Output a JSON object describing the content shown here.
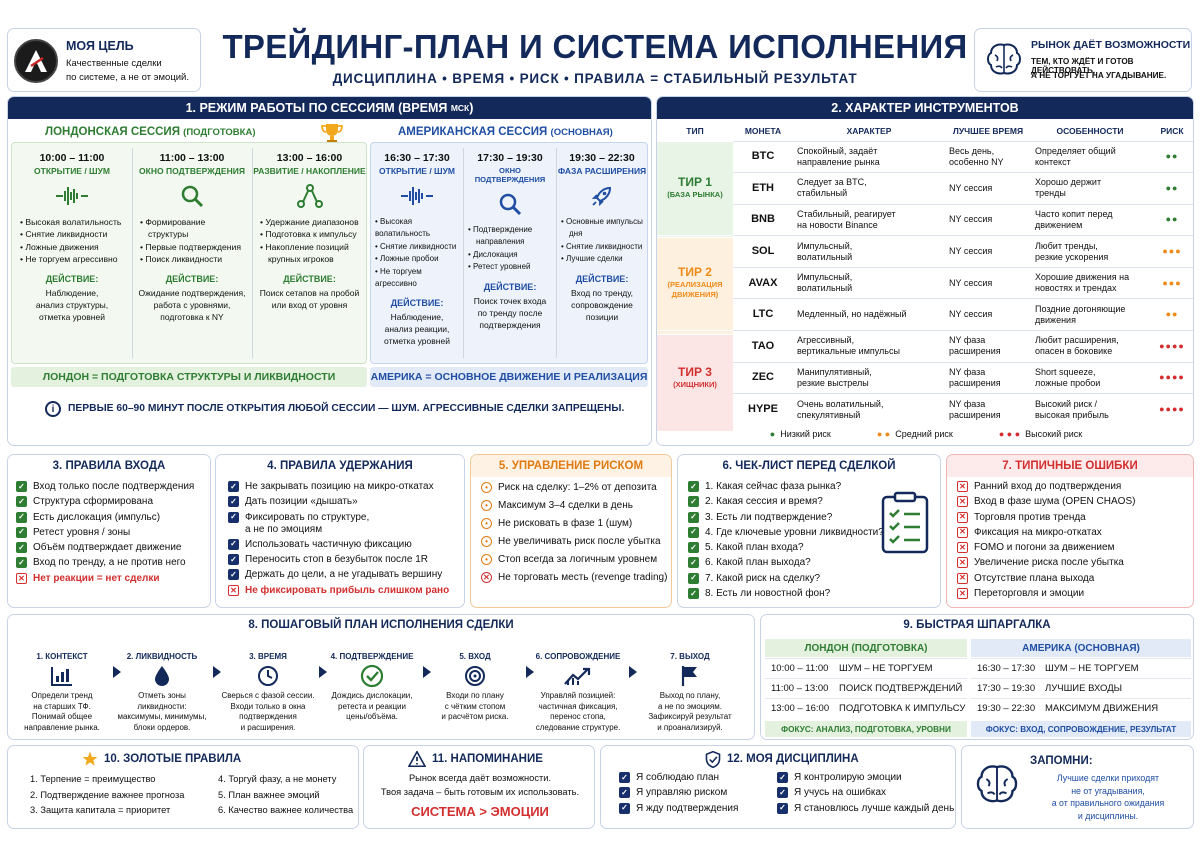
{
  "header": {
    "goal_title": "МОЯ ЦЕЛЬ",
    "goal_text1": "Качественные сделки",
    "goal_text2": "по системе, а не от эмоций.",
    "main_title": "ТРЕЙДИНГ-ПЛАН И СИСТЕМА ИСПОЛНЕНИЯ",
    "subtitle": "ДИСЦИПЛИНА • ВРЕМЯ • РИСК • ПРАВИЛА = СТАБИЛЬНЫЙ РЕЗУЛЬТАТ",
    "market_title": "РЫНОК ДАЁТ ВОЗМОЖНОСТИ",
    "market_text1": "ТЕМ, КТО ЖДЁТ И ГОТОВ ДЕЙСТВОВАТЬ,",
    "market_text2": "А НЕ ТОРГУЕТ НА УГАДЫВАНИЕ."
  },
  "sessions": {
    "title": "1. РЕЖИМ РАБОТЫ ПО СЕССИЯМ (ВРЕМЯ",
    "title_small": "МСК",
    "london_title": "ЛОНДОНСКАЯ СЕССИЯ",
    "london_sub": "(ПОДГОТОВКА)",
    "america_title": "АМЕРИКАНСКАЯ СЕССИЯ",
    "america_sub": "(ОСНОВНАЯ)",
    "action_label": "ДЕЙСТВИЕ:",
    "cols": [
      {
        "time": "10:00 – 11:00",
        "phase": "ОТКРЫТИЕ / ШУМ",
        "items": [
          "• Высокая волатильность",
          "• Снятие ликвидности",
          "• Ложные движения",
          "• Не торгуем агрессивно"
        ],
        "action": [
          "Наблюдение,",
          "анализ структуры,",
          "отметка уровней"
        ]
      },
      {
        "time": "11:00 – 13:00",
        "phase": "ОКНО ПОДТВЕРЖДЕНИЯ",
        "items": [
          "• Формирование",
          "  структуры",
          "• Первые подтверждения",
          "• Поиск ликвидности"
        ],
        "action": [
          "Ожидание подтверждения,",
          "работа с уровнями,",
          "подготовка к NY"
        ]
      },
      {
        "time": "13:00 – 16:00",
        "phase": "РАЗВИТИЕ / НАКОПЛЕНИЕ",
        "items": [
          "• Удержание диапазонов",
          "• Подготовка к импульсу",
          "• Накопление позиций",
          "  крупных игроков"
        ],
        "action": [
          "Поиск сетапов на пробой",
          "или вход от уровня"
        ]
      },
      {
        "time": "16:30 – 17:30",
        "phase": "ОТКРЫТИЕ / ШУМ",
        "items": [
          "• Высокая волатильность",
          "• Снятие ликвидности",
          "• Ложные пробои",
          "• Не торгуем агрессивно"
        ],
        "action": [
          "Наблюдение,",
          "анализ реакции,",
          "отметка уровней"
        ]
      },
      {
        "time": "17:30 – 19:30",
        "phase": "ОКНО ПОДТВЕРЖДЕНИЯ",
        "items": [
          "• Подтверждение",
          "  направления",
          "• Дислокация",
          "• Ретест уровней"
        ],
        "action": [
          "Поиск точек входа",
          "по тренду после",
          "подтверждения"
        ]
      },
      {
        "time": "19:30 – 22:30",
        "phase": "ФАЗА РАСШИРЕНИЯ",
        "items": [
          "• Основные импульсы",
          "  дня",
          "• Снятие ликвидности",
          "• Лучшие сделки"
        ],
        "action": [
          "Вход по тренду,",
          "сопровождение",
          "позиции"
        ]
      }
    ],
    "london_footer": "ЛОНДОН = ПОДГОТОВКА СТРУКТУРЫ И ЛИКВИДНОСТИ",
    "america_footer": "АМЕРИКА = ОСНОВНОЕ ДВИЖЕНИЕ И РЕАЛИЗАЦИЯ",
    "note": "ПЕРВЫЕ 60–90 МИНУТ ПОСЛЕ ОТКРЫТИЯ ЛЮБОЙ СЕССИИ — ШУМ. АГРЕССИВНЫЕ СДЕЛКИ ЗАПРЕЩЕНЫ."
  },
  "instruments": {
    "title": "2. ХАРАКТЕР ИНСТРУМЕНТОВ",
    "headers": [
      "ТИП",
      "МОНЕТА",
      "ХАРАКТЕР",
      "ЛУЧШЕЕ ВРЕМЯ",
      "ОСОБЕННОСТИ",
      "РИСК"
    ],
    "tiers": [
      {
        "name": "ТИР 1",
        "sub": "(БАЗА РЫНКА)",
        "color": "#2e7d32",
        "rows": [
          {
            "coin": "BTC",
            "char": [
              "Спокойный, задаёт",
              "направление рынка"
            ],
            "time": [
              "Весь день,",
              "особенно NY"
            ],
            "feat": [
              "Определяет общий",
              "контекст"
            ],
            "risk": "●●"
          },
          {
            "coin": "ETH",
            "char": [
              "Следует за BTC,",
              "стабильный"
            ],
            "time": [
              "NY сессия"
            ],
            "feat": [
              "Хорошо держит",
              "тренды"
            ],
            "risk": "●●"
          },
          {
            "coin": "BNB",
            "char": [
              "Стабильный, реагирует",
              "на новости Binance"
            ],
            "time": [
              "NY сессия"
            ],
            "feat": [
              "Часто копит перед",
              "движением"
            ],
            "risk": "●●"
          }
        ]
      },
      {
        "name": "ТИР 2",
        "sub": "(РЕАЛИЗАЦИЯ ДВИЖЕНИЯ)",
        "color": "#ef8a17",
        "rows": [
          {
            "coin": "SOL",
            "char": [
              "Импульсный,",
              "волатильный"
            ],
            "time": [
              "NY сессия"
            ],
            "feat": [
              "Любит тренды,",
              "резкие ускорения"
            ],
            "risk": "●●●"
          },
          {
            "coin": "AVAX",
            "char": [
              "Импульсный,",
              "волатильный"
            ],
            "time": [
              "NY сессия"
            ],
            "feat": [
              "Хорошие движения на",
              "новостях и трендах"
            ],
            "risk": "●●●"
          },
          {
            "coin": "LTC",
            "char": [
              "Медленный, но надёжный"
            ],
            "time": [
              "NY сессия"
            ],
            "feat": [
              "Поздние догоняющие",
              "движения"
            ],
            "risk": "●●"
          }
        ]
      },
      {
        "name": "ТИР 3",
        "sub": "(ХИЩНИКИ)",
        "color": "#d32f2f",
        "rows": [
          {
            "coin": "TAO",
            "char": [
              "Агрессивный,",
              "вертикальные импульсы"
            ],
            "time": [
              "NY фаза",
              "расширения"
            ],
            "feat": [
              "Любит расширения,",
              "опасен в боковике"
            ],
            "risk": "●●●●"
          },
          {
            "coin": "ZEC",
            "char": [
              "Манипулятивный,",
              "резкие выстрелы"
            ],
            "time": [
              "NY фаза",
              "расширения"
            ],
            "feat": [
              "Short squeeze,",
              "ложные пробои"
            ],
            "risk": "●●●●"
          },
          {
            "coin": "HYPE",
            "char": [
              "Очень волатильный,",
              "спекулятивный"
            ],
            "time": [
              "NY фаза",
              "расширения"
            ],
            "feat": [
              "Высокий риск /",
              "высокая прибыль"
            ],
            "risk": "●●●●"
          }
        ]
      }
    ],
    "legend": [
      {
        "dots": "●",
        "label": "Низкий риск",
        "color": "#2e7d32"
      },
      {
        "dots": "● ●",
        "label": "Средний риск",
        "color": "#ef8a17"
      },
      {
        "dots": "● ● ●",
        "label": "Высокий риск",
        "color": "#d32f2f"
      }
    ]
  },
  "entry": {
    "title": "3. ПРАВИЛА ВХОДА",
    "items": [
      "Вход только после подтверждения",
      "Структура сформирована",
      "Есть дислокация (импульс)",
      "Ретест уровня / зоны",
      "Объём подтверждает движение",
      "Вход по тренду, а не против него"
    ],
    "warn": "Нет реакции = нет сделки"
  },
  "hold": {
    "title": "4. ПРАВИЛА УДЕРЖАНИЯ",
    "items": [
      "Не закрывать позицию на микро-откатах",
      "Дать позиции «дышать»",
      "Фиксировать по структуре,|а не по эмоциям",
      "Использовать частичную фиксацию",
      "Переносить стоп в безубыток после 1R",
      "Держать до цели, а не угадывать вершину"
    ],
    "warn": "Не фиксировать прибыль слишком рано"
  },
  "risk": {
    "title": "5. УПРАВЛЕНИЕ РИСКОМ",
    "items": [
      "Риск на сделку: 1–2% от депозита",
      "Максимум 3–4 сделки в день",
      "Не рисковать в фазе 1 (шум)",
      "Не увеличивать риск после убытка",
      "Стоп всегда за логичным уровнем"
    ],
    "warn": "Не торговать месть (revenge trading)"
  },
  "checklist": {
    "title": "6. ЧЕК-ЛИСТ ПЕРЕД СДЕЛКОЙ",
    "items": [
      "1. Какая сейчас фаза рынка?",
      "2. Какая сессия и время?",
      "3. Есть ли подтверждение?",
      "4. Где ключевые уровни ликвидности?",
      "5. Какой план входа?",
      "6. Какой план выхода?",
      "7. Какой риск на сделку?",
      "8. Есть ли новостной фон?"
    ]
  },
  "mistakes": {
    "title": "7. ТИПИЧНЫЕ ОШИБКИ",
    "items": [
      "Ранний вход до подтверждения",
      "Вход в фазе шума (OPEN CHAOS)",
      "Торговля против тренда",
      "Фиксация на микро-откатах",
      "FOMO и погони за движением",
      "Увеличение риска после убытка",
      "Отсутствие плана выхода",
      "Переторговля и эмоции"
    ]
  },
  "steps": {
    "title": "8. ПОШАГОВЫЙ ПЛАН ИСПОЛНЕНИЯ СДЕЛКИ",
    "items": [
      {
        "t": "1. КОНТЕКСТ",
        "d": [
          "Определи тренд",
          "на старших ТФ.",
          "Понимай общее",
          "направление рынка."
        ]
      },
      {
        "t": "2. ЛИКВИДНОСТЬ",
        "d": [
          "Отметь зоны",
          "ликвидности:",
          "максимумы, минимумы,",
          "блоки ордеров."
        ]
      },
      {
        "t": "3. ВРЕМЯ",
        "d": [
          "Сверься с фазой сессии.",
          "Входи только в окна",
          "подтверждения",
          "и расширения."
        ]
      },
      {
        "t": "4. ПОДТВЕРЖДЕНИЕ",
        "d": [
          "Дождись дислокации,",
          "ретеста и реакции",
          "цены/объёма."
        ]
      },
      {
        "t": "5. ВХОД",
        "d": [
          "Входи по плану",
          "с чётким стопом",
          "и расчётом риска."
        ]
      },
      {
        "t": "6. СОПРОВОЖДЕНИЕ",
        "d": [
          "Управляй позицией:",
          "частичная фиксация,",
          "перенос стопа,",
          "следование структуре."
        ]
      },
      {
        "t": "7. ВЫХОД",
        "d": [
          "Выход по плану,",
          "а не по эмоциям.",
          "Зафиксируй результат",
          "и проанализируй."
        ]
      }
    ]
  },
  "cheat": {
    "title": "9. БЫСТРАЯ ШПАРГАЛКА",
    "london": "ЛОНДОН (ПОДГОТОВКА)",
    "america": "АМЕРИКА (ОСНОВНАЯ)",
    "london_rows": [
      [
        "10:00 – 11:00",
        "ШУМ – НЕ ТОРГУЕМ"
      ],
      [
        "11:00 – 13:00",
        "ПОИСК ПОДТВЕРЖДЕНИЙ"
      ],
      [
        "13:00 – 16:00",
        "ПОДГОТОВКА К ИМПУЛЬСУ"
      ]
    ],
    "america_rows": [
      [
        "16:30 – 17:30",
        "ШУМ – НЕ ТОРГУЕМ"
      ],
      [
        "17:30 – 19:30",
        "ЛУЧШИЕ ВХОДЫ"
      ],
      [
        "19:30 – 22:30",
        "МАКСИМУМ ДВИЖЕНИЯ"
      ]
    ],
    "london_focus": "ФОКУС: АНАЛИЗ, ПОДГОТОВКА, УРОВНИ",
    "america_focus": "ФОКУС: ВХОД, СОПРОВОЖДЕНИЕ, РЕЗУЛЬТАТ"
  },
  "golden": {
    "title": "10. ЗОЛОТЫЕ ПРАВИЛА",
    "left": [
      "1.   Терпение = преимущество",
      "2.   Подтверждение важнее прогноза",
      "3.   Защита капитала = приоритет"
    ],
    "right": [
      "4.   Торгуй фазу, а не монету",
      "5.   План важнее эмоций",
      "6.   Качество важнее количества"
    ]
  },
  "reminder": {
    "title": "11. НАПОМИНАНИЕ",
    "l1": "Рынок всегда даёт возможности.",
    "l2": "Твоя задача – быть готовым их использовать.",
    "slogan": "СИСТЕМА > ЭМОЦИИ"
  },
  "discipline": {
    "title": "12. МОЯ ДИСЦИПЛИНА",
    "left": [
      "Я соблюдаю план",
      "Я управляю риском",
      "Я жду подтверждения"
    ],
    "right": [
      "Я контролирую эмоции",
      "Я учусь на ошибках",
      "Я становлюсь лучше каждый день"
    ]
  },
  "remember": {
    "title": "ЗАПОМНИ:",
    "lines": [
      "Лучшие сделки приходят",
      "не от угадывания,",
      "а от правильного ожидания",
      "и дисциплины."
    ]
  }
}
